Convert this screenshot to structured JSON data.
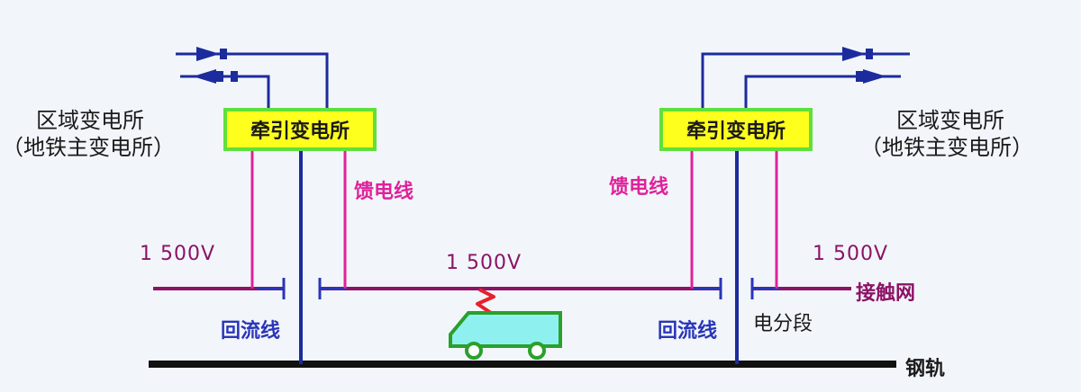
{
  "left": {
    "region_line1": "区域变电所",
    "region_line2": "（地铁主变电所）",
    "substation": "牵引变电所",
    "feeder": "馈电线",
    "voltage": "1 500V",
    "return_line": "回流线"
  },
  "center": {
    "voltage": "1 500V"
  },
  "right": {
    "region_line1": "区域变电所",
    "region_line2": "（地铁主变电所）",
    "substation": "牵引变电所",
    "feeder": "馈电线",
    "voltage": "1 500V",
    "return_line": "回流线",
    "section": "电分段",
    "catenary": "接触网",
    "rail": "钢轨"
  },
  "colors": {
    "background": "#f2f6fb",
    "substation_fill": "#ffff1e",
    "substation_border": "#5fe03c",
    "feeder": "#e0229a",
    "contact_wire": "#8c1366",
    "return_conductor": "#1c2c9c",
    "rail": "#111111",
    "train_body": "#8ff0f0",
    "train_outline": "#2aa02a",
    "pantograph": "#e8202c"
  }
}
